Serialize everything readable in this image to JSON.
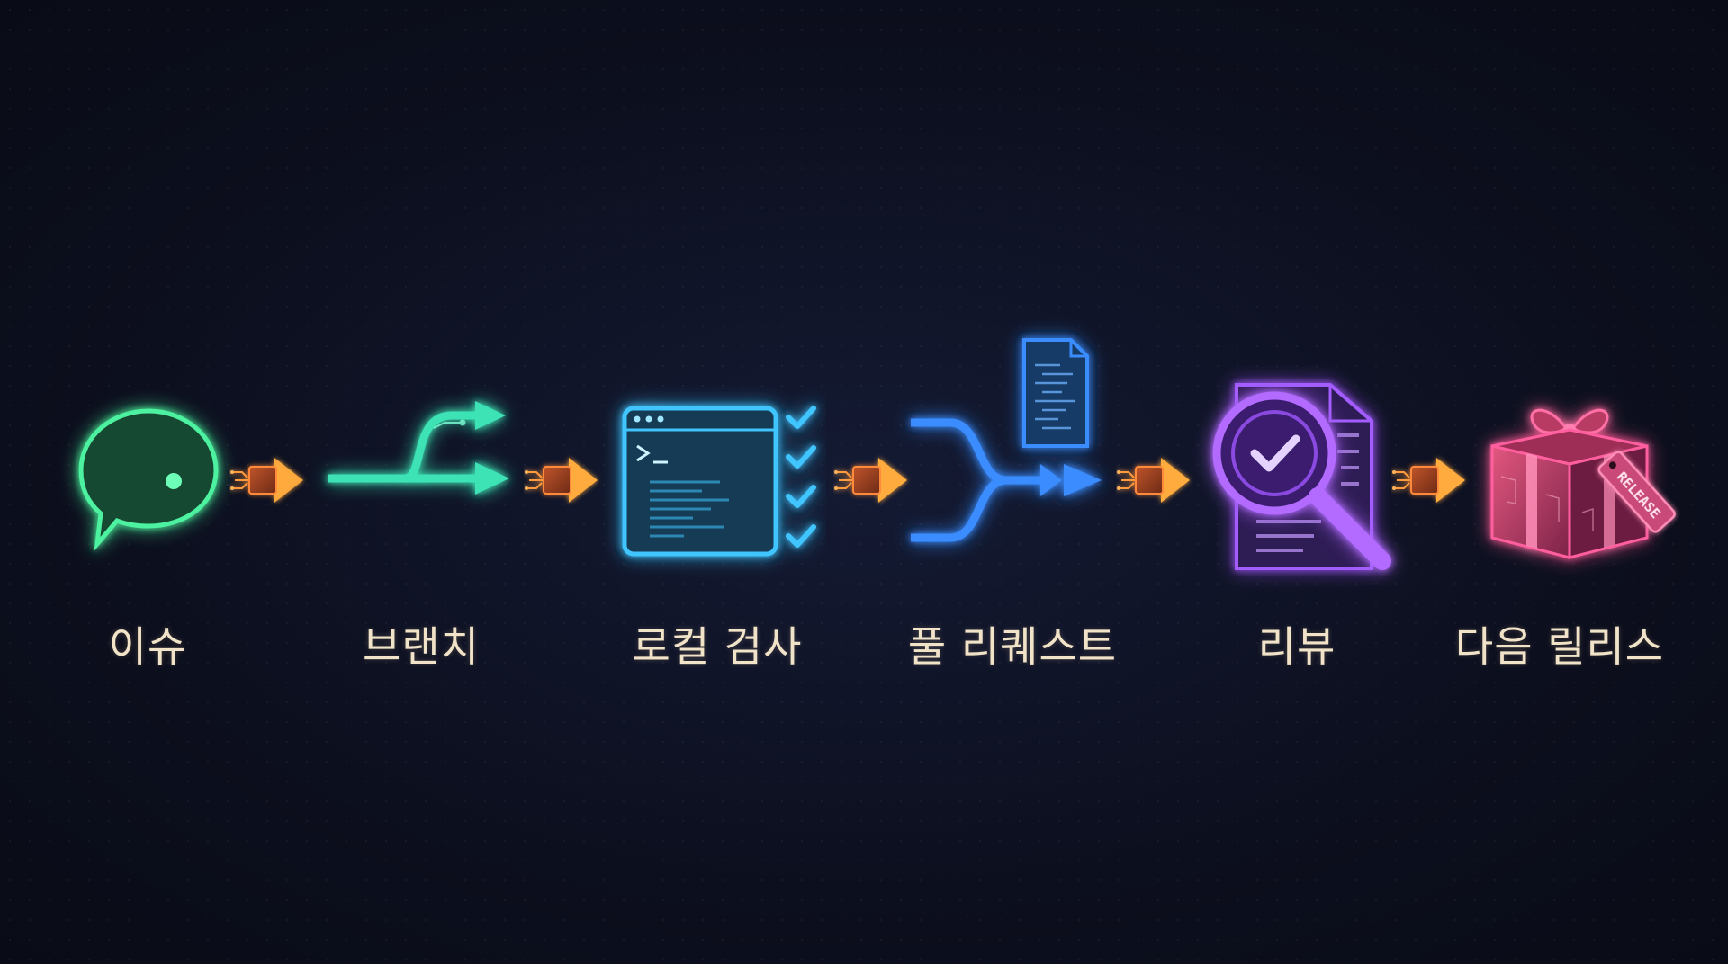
{
  "steps": [
    {
      "label": "이슈",
      "icon": "speech-bubble-icon",
      "color": "#4ef2a0"
    },
    {
      "label": "브랜치",
      "icon": "branch-arrows-icon",
      "color": "#3ee3b5"
    },
    {
      "label": "로컬 검사",
      "icon": "terminal-checklist-icon",
      "color": "#3fc5ff"
    },
    {
      "label": "풀 리퀘스트",
      "icon": "merge-arrows-document-icon",
      "color": "#3b8dff"
    },
    {
      "label": "리뷰",
      "icon": "magnifier-check-document-icon",
      "color": "#a35cff"
    },
    {
      "label": "다음 릴리스",
      "icon": "release-gift-icon",
      "color": "#ff5e9e"
    }
  ],
  "release_tag": "RELEASE",
  "connector": {
    "icon": "circuit-chip-arrow-icon",
    "color": "#ffa43a"
  }
}
